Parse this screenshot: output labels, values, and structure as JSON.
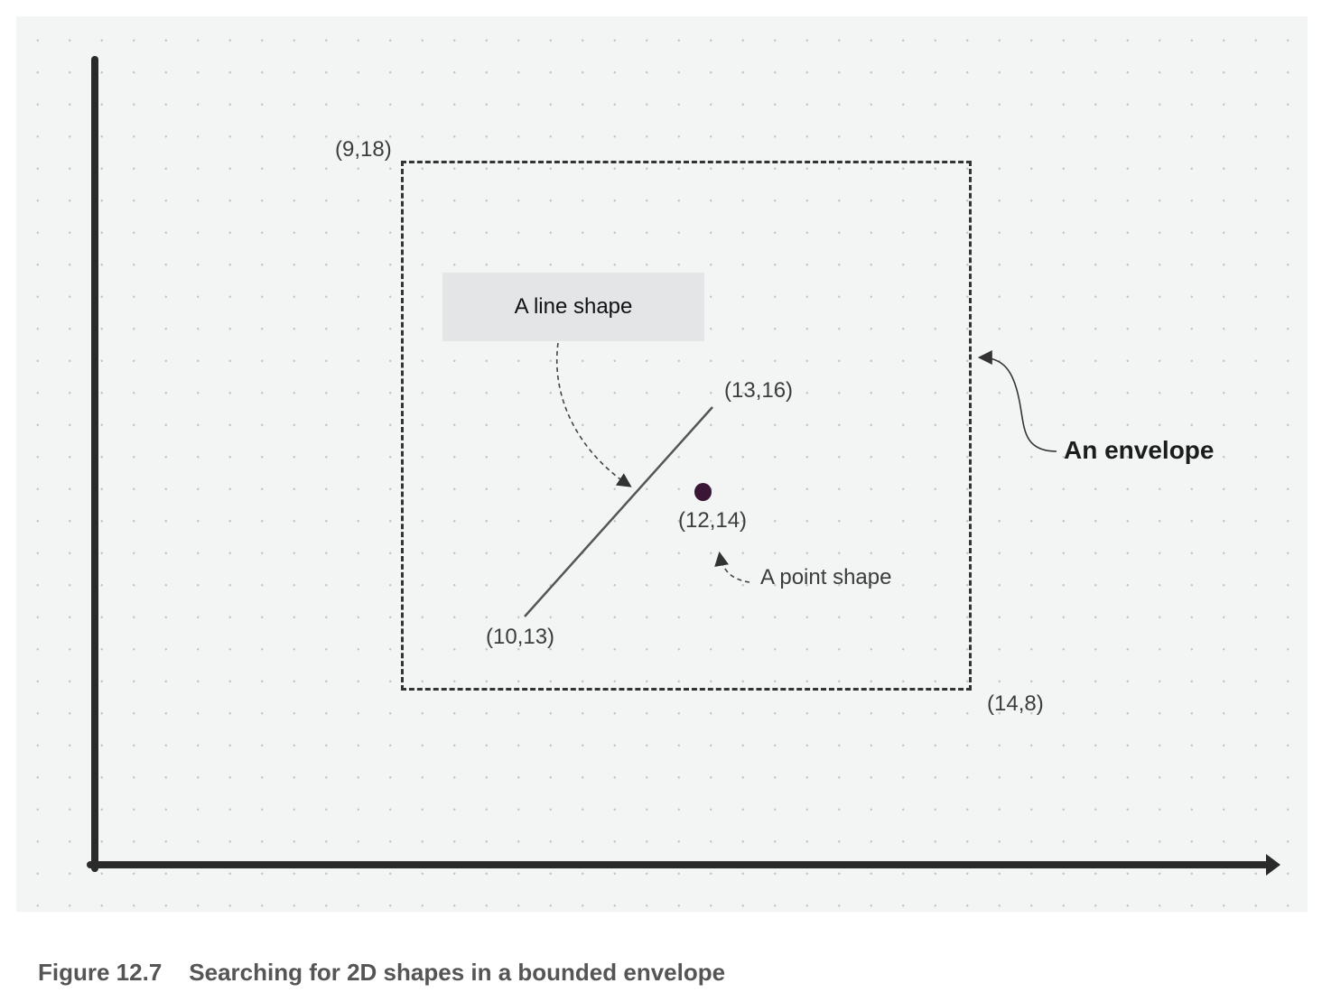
{
  "diagram": {
    "envelope": {
      "top_left_label": "(9,18)",
      "bottom_right_label": "(14,8)",
      "callout": "An envelope"
    },
    "line_shape": {
      "label": "A line shape",
      "start_label": "(10,13)",
      "end_label": "(13,16)"
    },
    "point_shape": {
      "label": "(12,14)",
      "callout": "A point shape"
    }
  },
  "caption": {
    "number": "Figure 12.7",
    "text": "Searching for 2D shapes in a bounded envelope"
  },
  "colors": {
    "background": "#f3f5f5",
    "axis": "#2a2a2a",
    "point": "#3a1636",
    "label_box": "#e4e5e6"
  }
}
